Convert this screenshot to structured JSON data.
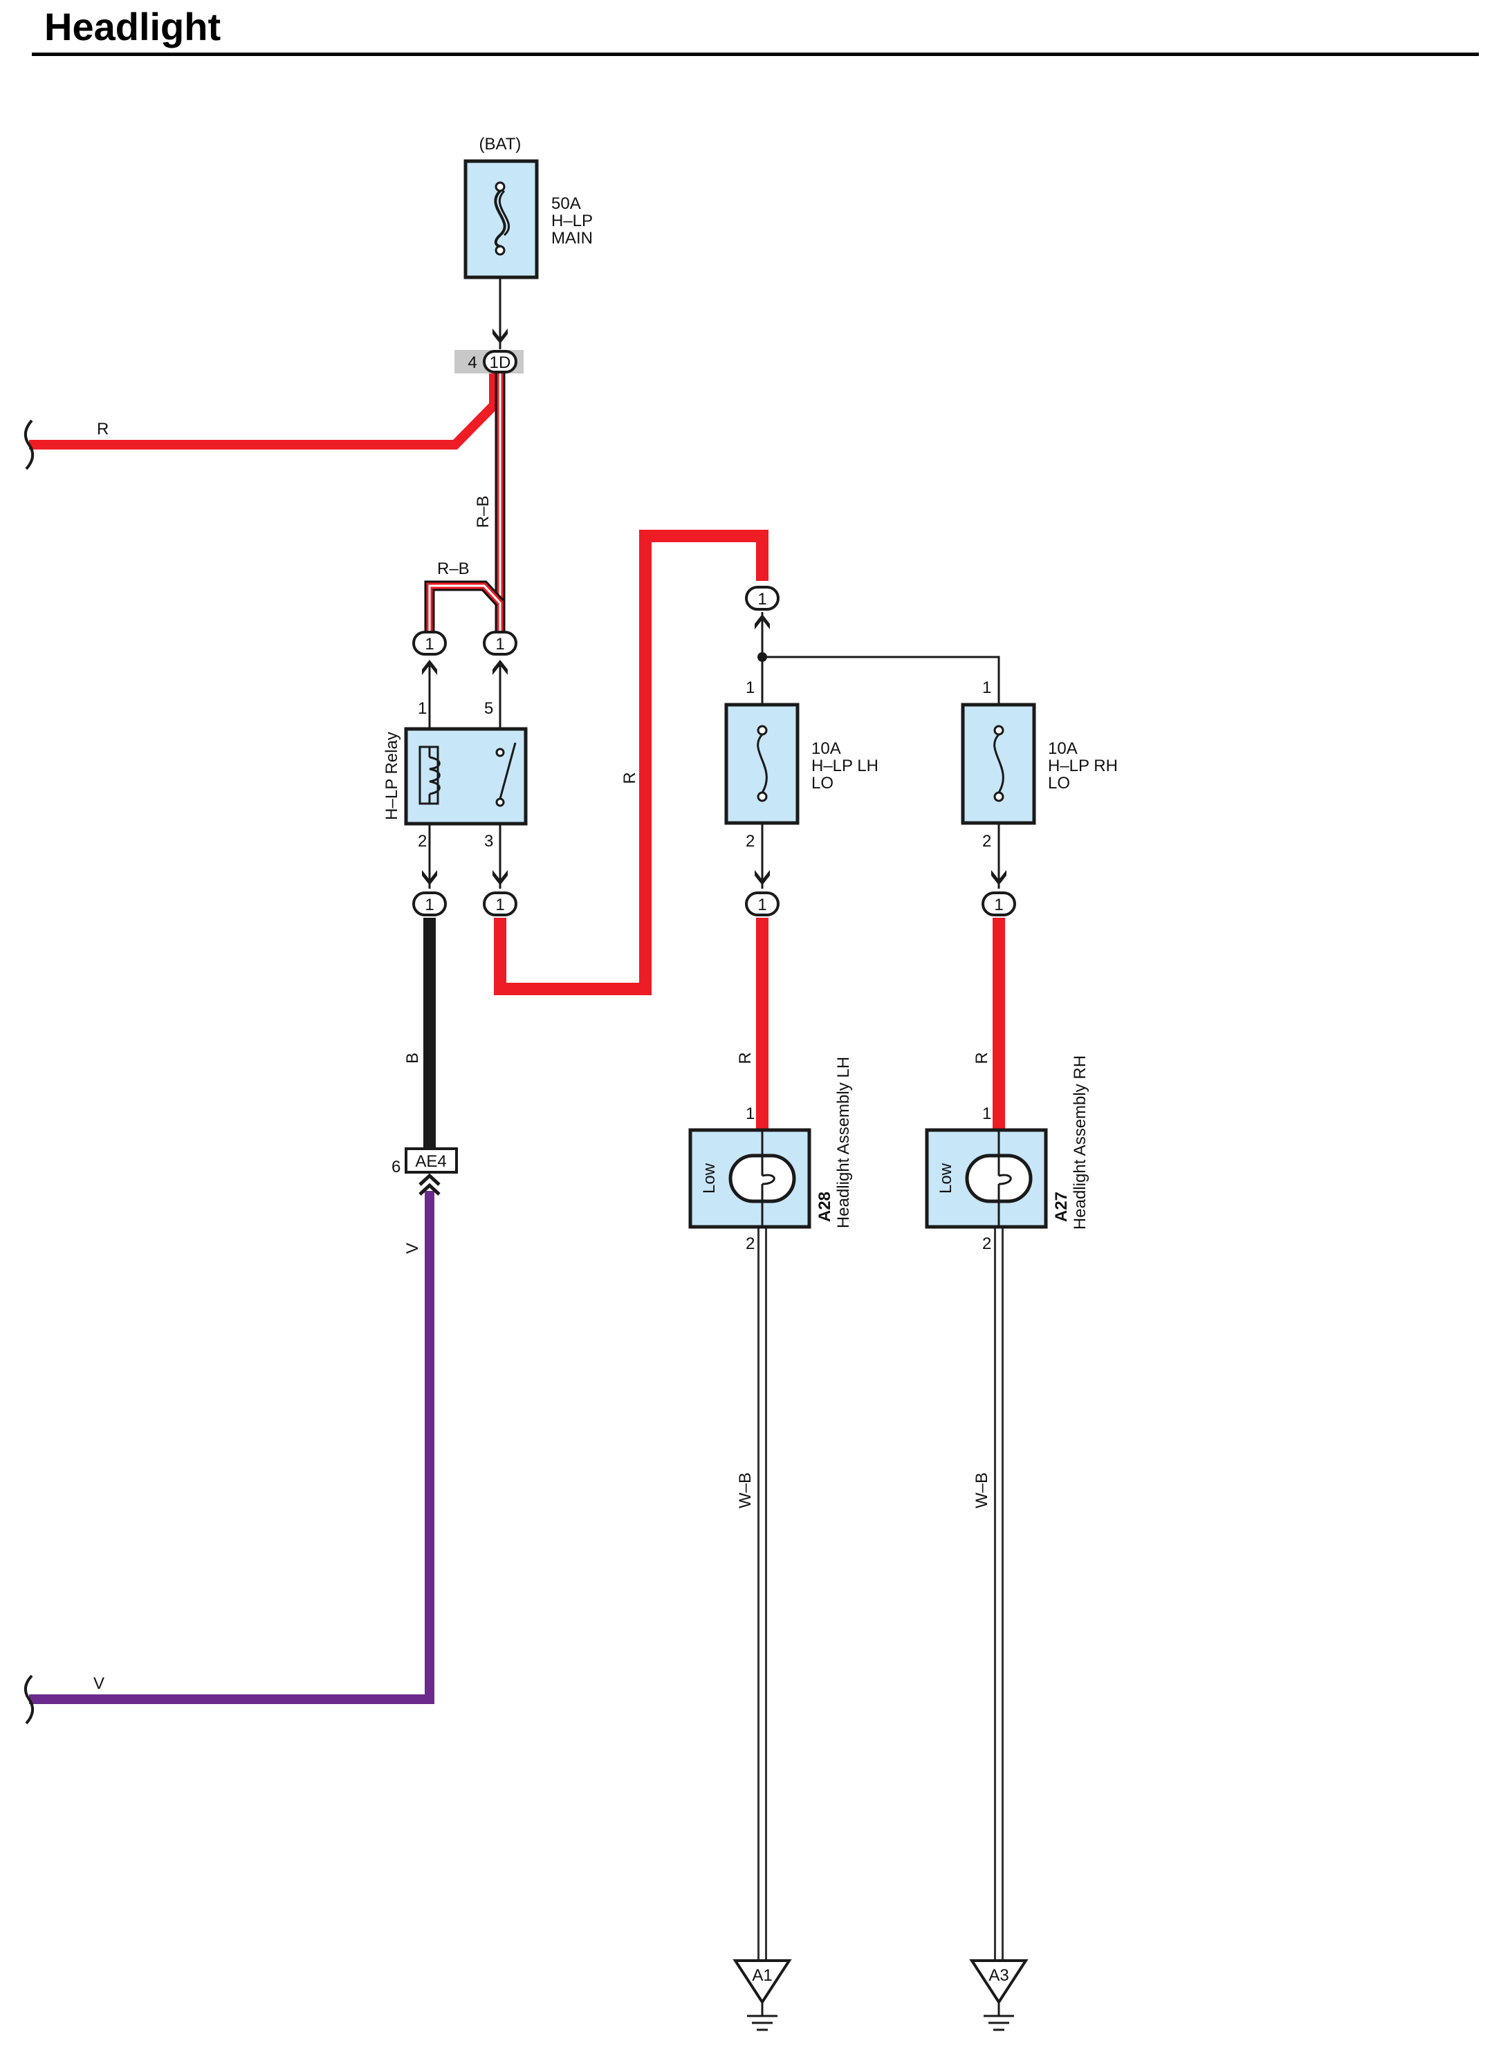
{
  "title": "Headlight",
  "colors": {
    "red": "#ee1c24",
    "black": "#1a1a1a",
    "violet": "#6b2a8c",
    "component_fill": "#c7e6f7",
    "splice_fill": "#c8c8c8"
  },
  "fuse_main": {
    "source": "(BAT)",
    "amp": "50A",
    "name1": "H–LP",
    "name2": "MAIN"
  },
  "connector_1d": {
    "pin": "4",
    "code": "1D"
  },
  "relay": {
    "name": "H–LP Relay",
    "pin1": "1",
    "pin2": "2",
    "pin3": "3",
    "pin5": "5"
  },
  "fuse_lh": {
    "amp": "10A",
    "name1": "H–LP LH",
    "name2": "LO",
    "pin_top": "1",
    "pin_bottom": "2"
  },
  "fuse_rh": {
    "amp": "10A",
    "name1": "H–LP RH",
    "name2": "LO",
    "pin_top": "1",
    "pin_bottom": "2"
  },
  "headlight_lh": {
    "code": "A28",
    "name": "Headlight Assembly LH",
    "mode": "Low",
    "pin_top": "1",
    "pin_bottom": "2"
  },
  "headlight_rh": {
    "code": "A27",
    "name": "Headlight Assembly RH",
    "mode": "Low",
    "pin_top": "1",
    "pin_bottom": "2"
  },
  "connector_ae4": {
    "pin": "6",
    "code": "AE4"
  },
  "terminal_pin": "1",
  "grounds": {
    "lh": "A1",
    "rh": "A3"
  },
  "wires": {
    "r_left": "R",
    "rb_vertical": "R–B",
    "rb_loop": "R–B",
    "r_relay_out": "R",
    "r_lh": "R",
    "r_rh": "R",
    "b_relay": "B",
    "v_vertical": "V",
    "v_left": "V",
    "wb_lh": "W–B",
    "wb_rh": "W–B"
  }
}
